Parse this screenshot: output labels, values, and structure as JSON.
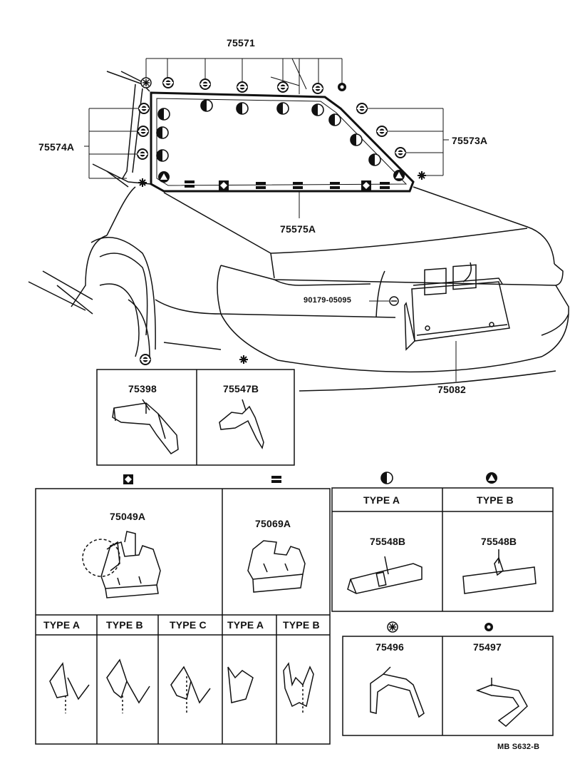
{
  "parts": {
    "molding_upper": "75571",
    "molding_side_left": "75574A",
    "molding_side_right": "75573A",
    "molding_lower": "75575A",
    "screw": "90179-05095",
    "license_bracket": "75082",
    "clip_75398": "75398",
    "clip_75547B": "75547B",
    "clip_75049A": "75049A",
    "clip_75069A": "75069A",
    "clip_75548B_a": "75548B",
    "clip_75548B_b": "75548B",
    "clip_75496": "75496",
    "clip_75497": "75497"
  },
  "types": {
    "type_a": "TYPE A",
    "type_b": "TYPE B",
    "type_c": "TYPE C"
  },
  "footer": {
    "code": "MB  S632-B"
  },
  "icons": {
    "ring_clip": "ring-symbol-icon",
    "asterisk_clip": "asterisk-symbol-icon",
    "diamond_clip": "diamond-square-icon",
    "double_bar_clip": "double-bar-icon",
    "half_circle_clip": "half-circle-icon",
    "triangle_clip": "triangle-circle-icon",
    "star_circle_clip": "star-circle-icon",
    "dot_circle_clip": "dot-circle-icon"
  }
}
